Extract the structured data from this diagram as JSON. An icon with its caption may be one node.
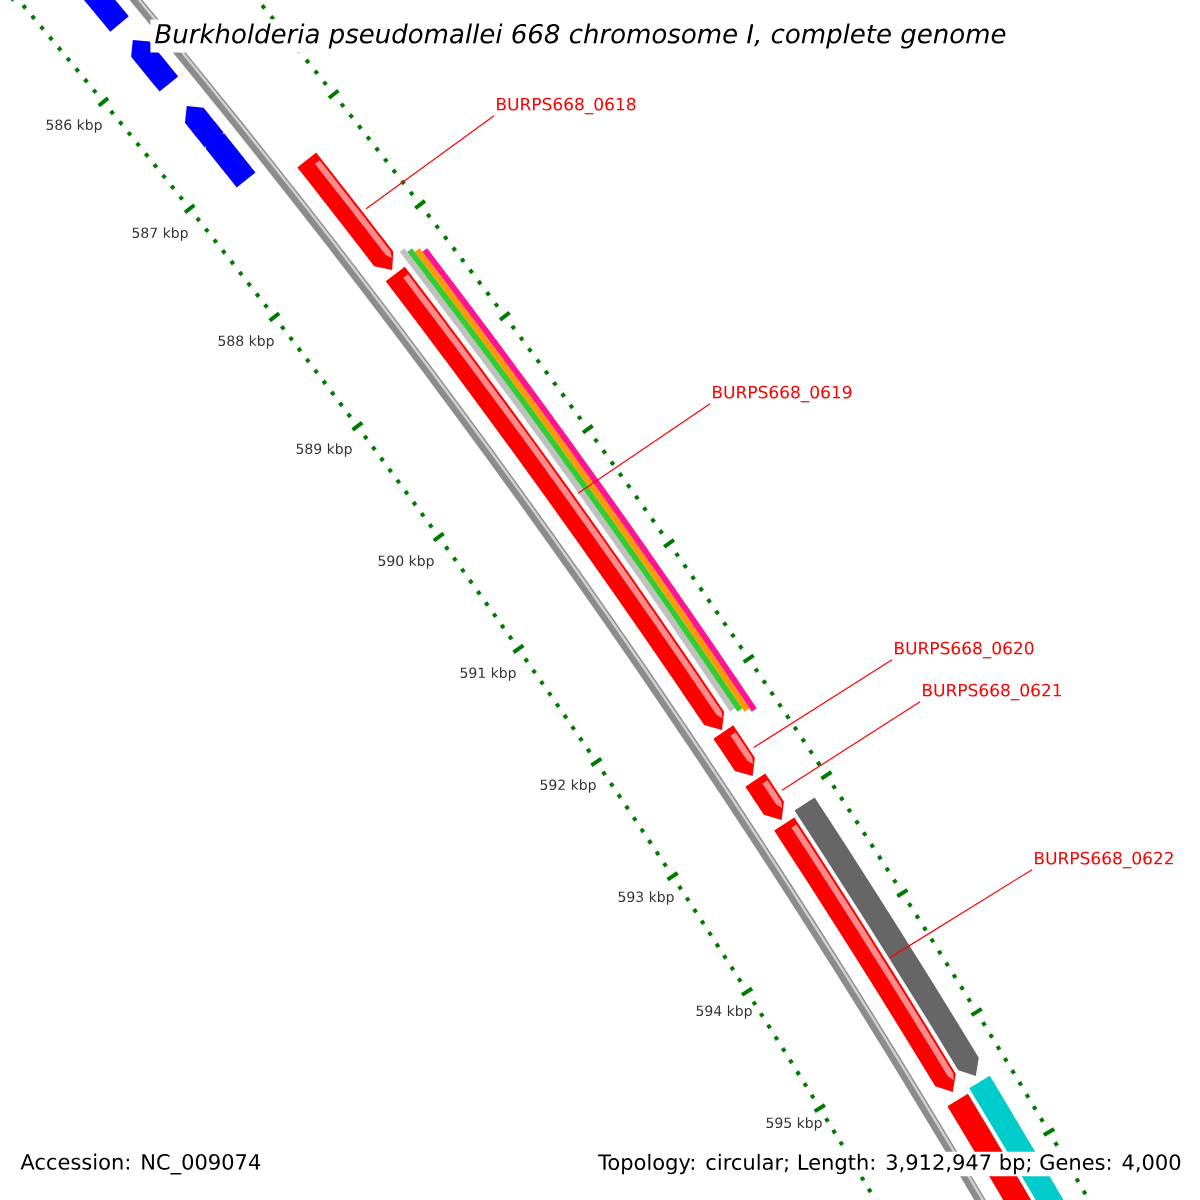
{
  "diagram": {
    "title": "Burkholderia pseudomallei 668 chromosome I, complete genome",
    "nodes": [
      {
        "text": [
          "BURPS668_0618"
        ]
      },
      {
        "text": [
          "BURPS668_0619"
        ]
      },
      {
        "text": [
          "BURPS668_0620"
        ]
      },
      {
        "text": [
          "BURPS668_0621"
        ]
      },
      {
        "text": [
          "BURPS668_0622"
        ]
      },
      {
        "text": [],
        "shape": "bar"
      },
      {
        "text": [],
        "shape": "bar"
      },
      {
        "text": [],
        "shape": "bar"
      },
      {
        "text": [],
        "shape": "bar"
      },
      {
        "text": [],
        "shape": "bar"
      }
    ],
    "edges": [
      {
        "from": 0,
        "to": 5,
        "arrow": "none"
      },
      {
        "from": 1,
        "to": 6,
        "arrow": "none"
      },
      {
        "from": 2,
        "to": 7,
        "arrow": "none"
      },
      {
        "from": 3,
        "to": 8,
        "arrow": "none"
      },
      {
        "from": 4,
        "to": 9,
        "arrow": "none"
      }
    ],
    "labels": [
      "586 kbp",
      "587 kbp",
      "588 kbp",
      "589 kbp",
      "590 kbp",
      "591 kbp",
      "592 kbp",
      "593 kbp",
      "594 kbp",
      "595 kbp",
      "Accession: NC_009074",
      "Topology: circular; Length: 3,912,947 bp; Genes: 4,000"
    ]
  }
}
